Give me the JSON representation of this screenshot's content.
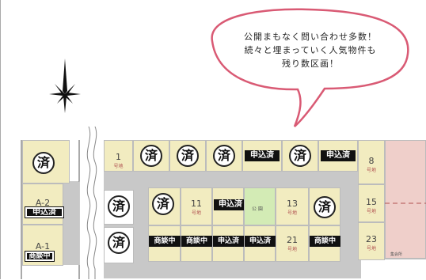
{
  "bubble": {
    "line1": "公開まもなく問い合わせ多数！",
    "line2": "続々と埋まっていく人気物件も",
    "line3": "残り数区画！"
  },
  "symbols": {
    "sold": "済"
  },
  "status": {
    "applied": "申込済",
    "negotiating": "商談中"
  },
  "lot_suffix": "号地",
  "lots": {
    "lot1": "1",
    "lot8": "8",
    "lot11": "11",
    "lot13": "13",
    "lot15": "15",
    "lot21": "21",
    "lot23": "23",
    "a2": "A-2",
    "a1": "A-1"
  },
  "park_label": "公 園",
  "misc_label": "集会所",
  "compass_icon": "north-star-icon",
  "colors": {
    "lot_yellow": "#f2ecc0",
    "lot_green": "#d3ebb5",
    "road": "#c8c8c8",
    "neighbor_pink": "#efcfca",
    "bubble_border": "#d95a74"
  }
}
